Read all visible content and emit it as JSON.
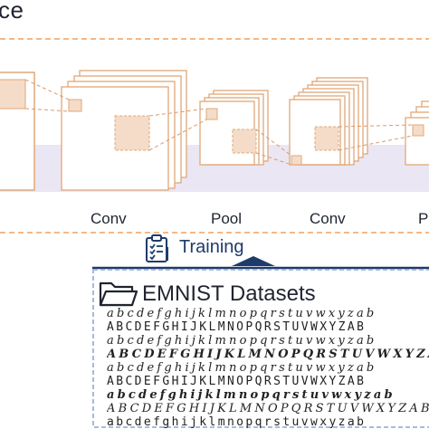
{
  "header": {
    "title_fragment": "ce"
  },
  "pipeline": {
    "layers": [
      {
        "label": "Conv"
      },
      {
        "label": "Pool"
      },
      {
        "label": "Conv"
      },
      {
        "label": "P"
      }
    ]
  },
  "training": {
    "label": "Training",
    "icon": "checklist-icon"
  },
  "datasets": {
    "title": "EMNIST Datasets",
    "icon": "folder-icon",
    "rows": [
      "abcdefghijklmnopqrstuvwxyzab",
      "ABCDEFGHIJKLMNOPQRSTUVWXYZAB",
      "abcdefghijklmnopqrstuvwxyzab",
      "ABCDEFGHIJKLMNOPQRSTUVWXYZAB",
      "abcdefghijklmnopqrstuvwxyzab",
      "ABCDEFGHIJKLMNOPQRSTUVWXYZAB",
      "abcdefghijklmnopqrstuvwxyzab",
      "ABCDEFGHIJKLMNOPQRSTUVWXYZAB",
      "abcdefghijklmnopqrstuvwxyzab"
    ]
  },
  "colors": {
    "dashed_orange": "#f0a060",
    "box_stroke": "#e0a878",
    "band_fill": "#ebe6f3",
    "arrow_blue": "#1e3b6b",
    "dataset_border": "#9bb3d6"
  }
}
